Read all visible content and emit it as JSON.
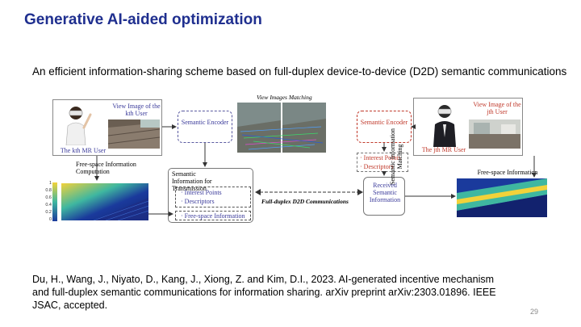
{
  "slide": {
    "title": "Generative AI-aided optimization",
    "subtitle": "An efficient information-sharing scheme based on full-duplex device-to-device (D2D) semantic communications",
    "citation_lines": [
      "Du, H., Wang, J., Niyato, D., Kang, J., Xiong, Z. and Kim, D.I., 2023. AI-generated incentive mechanism",
      "and full-duplex semantic communications for information sharing. arXiv preprint arXiv:2303.01896. IEEE",
      "JSAC, accepted."
    ],
    "page_number": "29"
  },
  "figure": {
    "left_view_caption": "View Image of the kth User",
    "left_user_label": "The kth MR User",
    "left_encoder": "Semantic Encoder",
    "free_space_computation": "Free-space Information Computation",
    "semantic_transmission_title": "Semantic Information for Transmission",
    "interest_points": "Interest Points",
    "descriptors": "Descriptors",
    "free_space_information": "Free-space Information",
    "view_images_matching": "View Images Matching",
    "full_duplex": "Full-duplex D2D Communications",
    "received_semantic": "Received Semantic Information",
    "right_encoder": "Semantic Encoder",
    "right_view_caption": "View Image of the jth User",
    "right_user_label": "The jth MR User",
    "right_interest_points": "Interest Points",
    "right_descriptors": "Descriptors",
    "semantic_matching": "Semantic Information Matching",
    "right_free_space": "Free-space Information",
    "colorbar_ticks": [
      "1",
      "0.8",
      "0.6",
      "0.4",
      "0.2",
      "0"
    ]
  },
  "colors": {
    "title": "#1f2f8f",
    "accent_red": "#c0392b",
    "accent_blue": "#3a3a9a",
    "heatmap_blue": "#1a3a9c",
    "heatmap_yellow": "#f2d23a"
  }
}
